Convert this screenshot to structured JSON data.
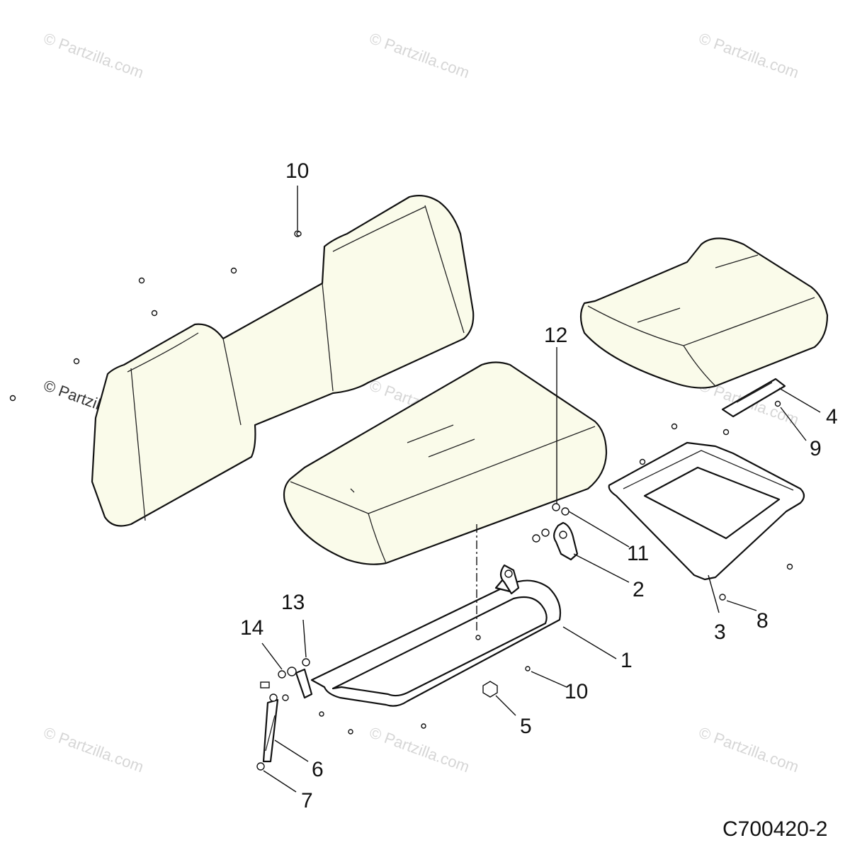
{
  "diagram": {
    "drawing_number": "C700420-2",
    "watermark_text": "© Partzilla.com",
    "callouts": [
      "10",
      "12",
      "4",
      "9",
      "11",
      "2",
      "3",
      "8",
      "1",
      "13",
      "14",
      "10",
      "5",
      "6",
      "7"
    ]
  },
  "colors": {
    "cushion_fill": "#fafbea",
    "line": "#111111",
    "watermark": "#d6d6d6"
  }
}
